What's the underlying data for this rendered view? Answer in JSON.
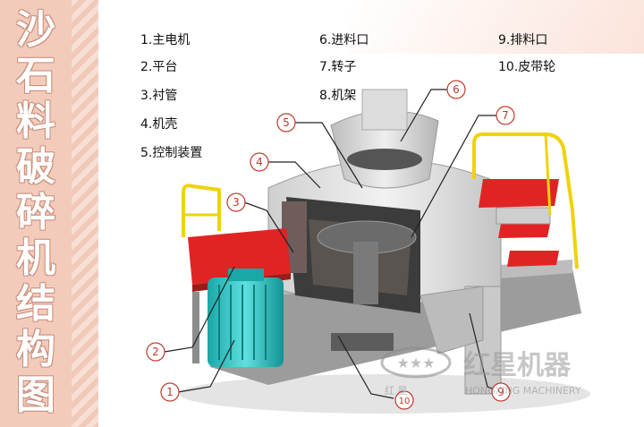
{
  "title": [
    "沙",
    "石",
    "料",
    "破",
    "碎",
    "机",
    "结",
    "构",
    "图"
  ],
  "legend": [
    {
      "num": "1",
      "label": "1.主电机"
    },
    {
      "num": "2",
      "label": "2.平台"
    },
    {
      "num": "3",
      "label": "3.衬管"
    },
    {
      "num": "4",
      "label": "4.机壳"
    },
    {
      "num": "5",
      "label": "5.控制装置"
    },
    {
      "num": "6",
      "label": "6.进料口"
    },
    {
      "num": "7",
      "label": "7.转子"
    },
    {
      "num": "8",
      "label": "8.机架"
    },
    {
      "num": "9",
      "label": "9.排料口"
    },
    {
      "num": "10",
      "label": "10.皮带轮"
    }
  ],
  "callouts": [
    "1",
    "2",
    "3",
    "4",
    "5",
    "6",
    "7",
    "9",
    "10"
  ],
  "watermark": {
    "cn": "红星机器",
    "pinyin": "HONGXING MACHINERY",
    "small": "红    星"
  },
  "colors": {
    "accent": "#c0392b",
    "platform": "#e02424",
    "motor": "#2fc4c4",
    "railing": "#f0d20a",
    "body": "#d8d8d8"
  }
}
